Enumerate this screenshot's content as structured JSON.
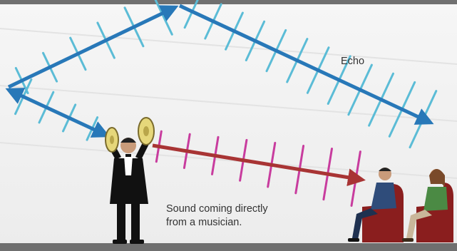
{
  "labels": {
    "echo": "Echo",
    "direct_line1": "Sound coming directly",
    "direct_line2": "from a musician."
  },
  "colors": {
    "wall_background": "#f3f3f3",
    "floor": "#6f6f6f",
    "echo_wave": "#5bbcd6",
    "echo_arrow": "#2878b8",
    "direct_wave": "#c83c9e",
    "direct_arrow": "#a83434",
    "seat": "#8a1e1e",
    "musician_suit": "#111111",
    "cymbal": "#e6d77a"
  },
  "icons": {
    "musician": "conductor-with-cymbals-icon",
    "listener_man": "seated-man-icon",
    "listener_woman": "seated-woman-icon"
  }
}
